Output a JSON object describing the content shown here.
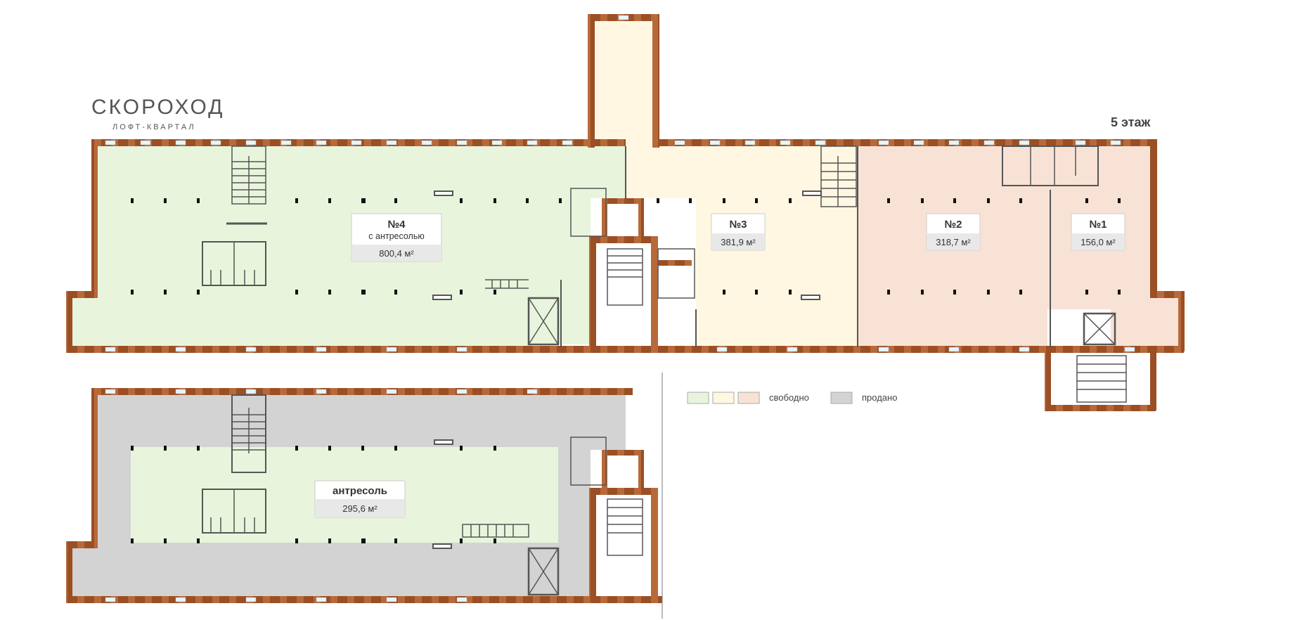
{
  "brand": {
    "name": "СКОРОХОД",
    "tagline": "ЛОФТ-КВАРТАЛ"
  },
  "floor_label": "5 этаж",
  "colors": {
    "green": "#e8f5dc",
    "yellow": "#fff7e1",
    "pink": "#f8e2d6",
    "sold": "#d3d3d3",
    "brick": "#9a4f24",
    "label_area_bg": "#e8e8e8"
  },
  "units": [
    {
      "id": "unit-4",
      "title": "№4",
      "subtitle": "с антресолью",
      "area": "800,4 м²",
      "status": "свободно",
      "color": "green"
    },
    {
      "id": "unit-3",
      "title": "№3",
      "area": "381,9 м²",
      "status": "свободно",
      "color": "yellow"
    },
    {
      "id": "unit-2",
      "title": "№2",
      "area": "318,7 м²",
      "status": "свободно",
      "color": "pink"
    },
    {
      "id": "unit-1",
      "title": "№1",
      "area": "156,0 м²",
      "status": "свободно",
      "color": "pink"
    }
  ],
  "mezzanine": {
    "title": "антресоль",
    "area": "295,6 м²",
    "status": "свободно",
    "color": "green"
  },
  "legend": {
    "free": "свободно",
    "sold": "продано"
  }
}
